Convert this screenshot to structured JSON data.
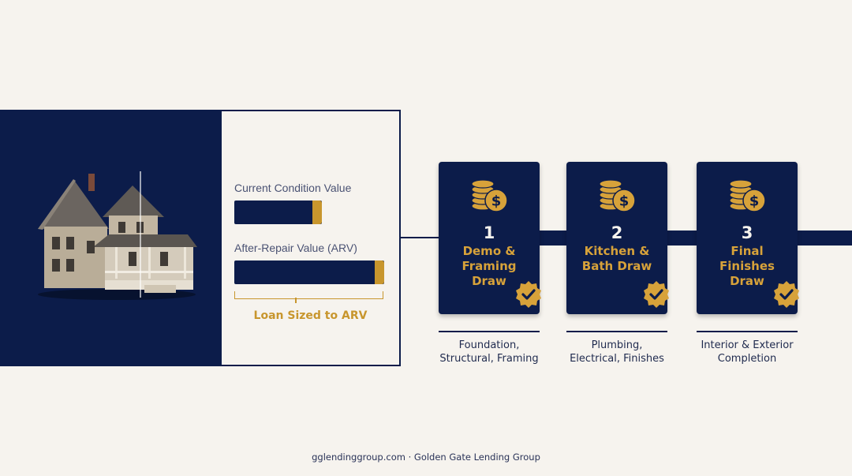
{
  "valuation": {
    "current_label": "Current Condition Value",
    "arv_label": "After-Repair Value (ARV)",
    "loan_label": "Loan Sized to ARV"
  },
  "draws": [
    {
      "number": "1",
      "title": "Demo &\nFraming\nDraw",
      "caption": "Foundation,\nStructural, Framing",
      "icon": "coins-dollar-icon",
      "badge": "check-badge-icon"
    },
    {
      "number": "2",
      "title": "Kitchen &\nBath Draw",
      "caption": "Plumbing,\nElectrical, Finishes",
      "icon": "coins-dollar-icon",
      "badge": "check-badge-icon"
    },
    {
      "number": "3",
      "title": "Final\nFinishes\nDraw",
      "caption": "Interior & Exterior\nCompletion",
      "icon": "coins-dollar-icon",
      "badge": "check-badge-icon"
    }
  ],
  "footer": {
    "text": "gglendinggroup.com  ·  Golden Gate Lending Group"
  },
  "colors": {
    "navy": "#0c1c4a",
    "gold": "#c8962d",
    "background": "#f6f3ee"
  }
}
